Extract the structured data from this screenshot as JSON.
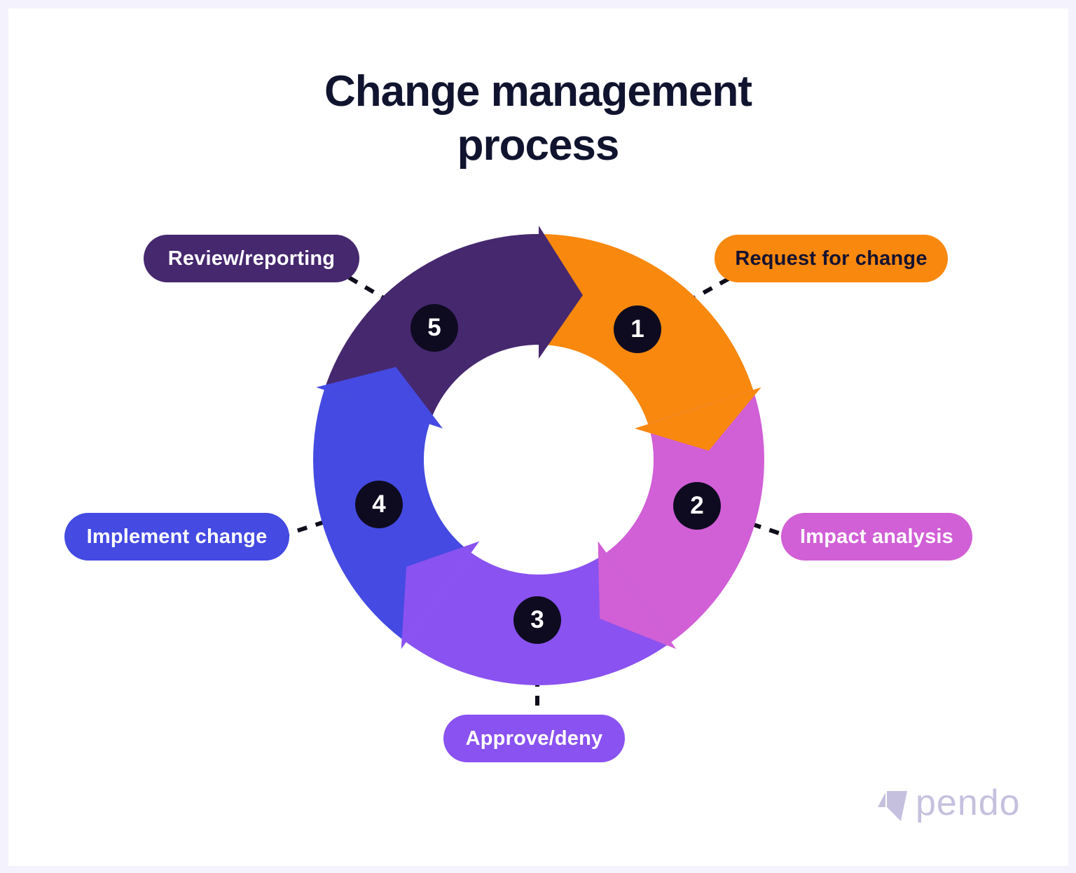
{
  "title": {
    "line1": "Change management",
    "line2": "process"
  },
  "steps": [
    {
      "number": "1",
      "label": "Request for change",
      "color": "#F8880E",
      "text_color": "#141231"
    },
    {
      "number": "2",
      "label": "Impact analysis",
      "color": "#D15FD6",
      "text_color": "#FFFFFF"
    },
    {
      "number": "3",
      "label": "Approve/deny",
      "color": "#8A52F0",
      "text_color": "#FFFFFF"
    },
    {
      "number": "4",
      "label": "Implement change",
      "color": "#444AE2",
      "text_color": "#FFFFFF"
    },
    {
      "number": "5",
      "label": "Review/reporting",
      "color": "#46286F",
      "text_color": "#FFFFFF"
    }
  ],
  "badge": {
    "bg": "#0E0B20",
    "text_color": "#FFFFFF"
  },
  "logo": {
    "text": "pendo",
    "color": "#C6C0DF"
  },
  "colors": {
    "frame": "#F3F2FD",
    "canvas": "#FFFFFF",
    "title": "#10142E",
    "connector": "#0E0D1A"
  }
}
